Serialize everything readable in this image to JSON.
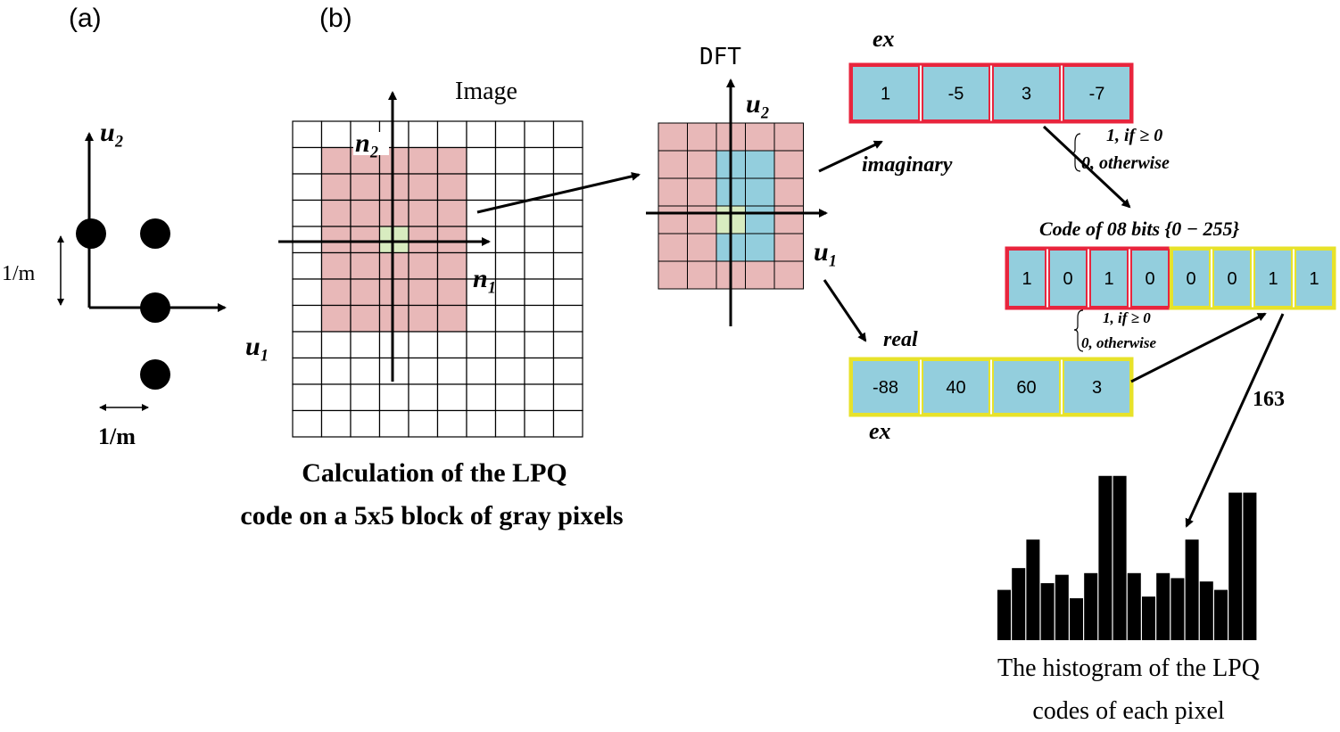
{
  "panel_labels": {
    "a": "(a)",
    "b": "(b)"
  },
  "panel_a": {
    "u2": "u₂",
    "u1": "u₁",
    "m_vertical": "1/m",
    "m_horizontal": "1/m"
  },
  "image_grid": {
    "title": "Image",
    "n2": "n₂",
    "n1": "n₁",
    "caption_line1": "Calculation of the LPQ",
    "caption_line2": "code on a 5x5 block of gray pixels"
  },
  "dft": {
    "title": "DFT",
    "u2": "u₂",
    "u1": "u₁"
  },
  "imaginary_box": {
    "ex_label": "ex",
    "branch_label": "imaginary",
    "values": [
      "1",
      "-5",
      "3",
      "-7"
    ]
  },
  "real_box": {
    "branch_label": "real",
    "ex_label": "ex",
    "values": [
      "-88",
      "40",
      "60",
      "3"
    ]
  },
  "threshold_top": {
    "line1": "1, if  ≥ 0",
    "line2": "0, otherwise"
  },
  "threshold_bottom": {
    "line1": "1, if  ≥ 0",
    "line2": "0, otherwise"
  },
  "code": {
    "title": "Code of 08 bits {0 − 255}",
    "bits": [
      "1",
      "0",
      "1",
      "0",
      "0",
      "0",
      "1",
      "1"
    ],
    "decimal": "163"
  },
  "histogram": {
    "caption_line1": "The histogram of the LPQ",
    "caption_line2": "codes of each pixel",
    "values": [
      0.3,
      0.43,
      0.6,
      0.34,
      0.39,
      0.25,
      0.4,
      0.98,
      0.98,
      0.4,
      0.26,
      0.4,
      0.37,
      0.6,
      0.35,
      0.3,
      0.88,
      0.88
    ]
  },
  "colors": {
    "pink": "#e8b8b8",
    "cyan": "#93cedd",
    "green": "#d8ecc0",
    "red_border": "#e8253d",
    "yellow_border": "#e7e22a"
  }
}
